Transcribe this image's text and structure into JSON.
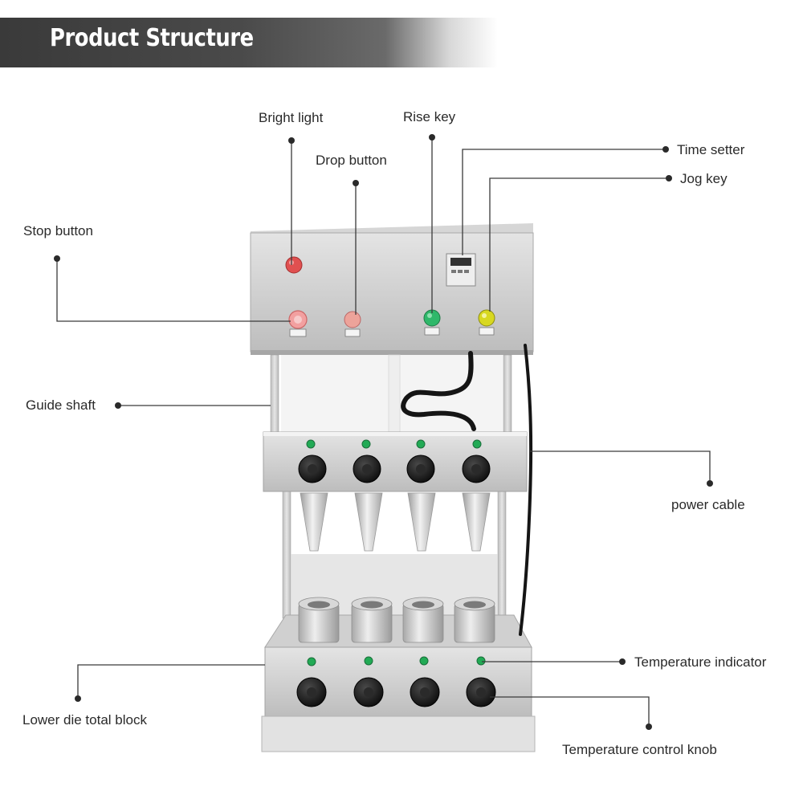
{
  "header": {
    "title": "Product Structure"
  },
  "labels": {
    "bright_light": "Bright light",
    "rise_key": "Rise key",
    "drop_button": "Drop button",
    "time_setter": "Time setter",
    "jog_key": "Jog key",
    "stop_button": "Stop button",
    "guide_shaft": "Guide shaft",
    "power_cable": "power cable",
    "temperature_indicator": "Temperature indicator",
    "lower_die_total_block": "Lower die total block",
    "temperature_control_knob": "Temperature control knob"
  },
  "colors": {
    "banner": "#3a3a3a",
    "steel": "#c9c9c9",
    "stop_button": "#e05050",
    "rise_key": "#2fb86a",
    "jog_key": "#d8d820",
    "indicator": "#22aa55",
    "knob": "#1a1a1a",
    "cable": "#111111"
  }
}
